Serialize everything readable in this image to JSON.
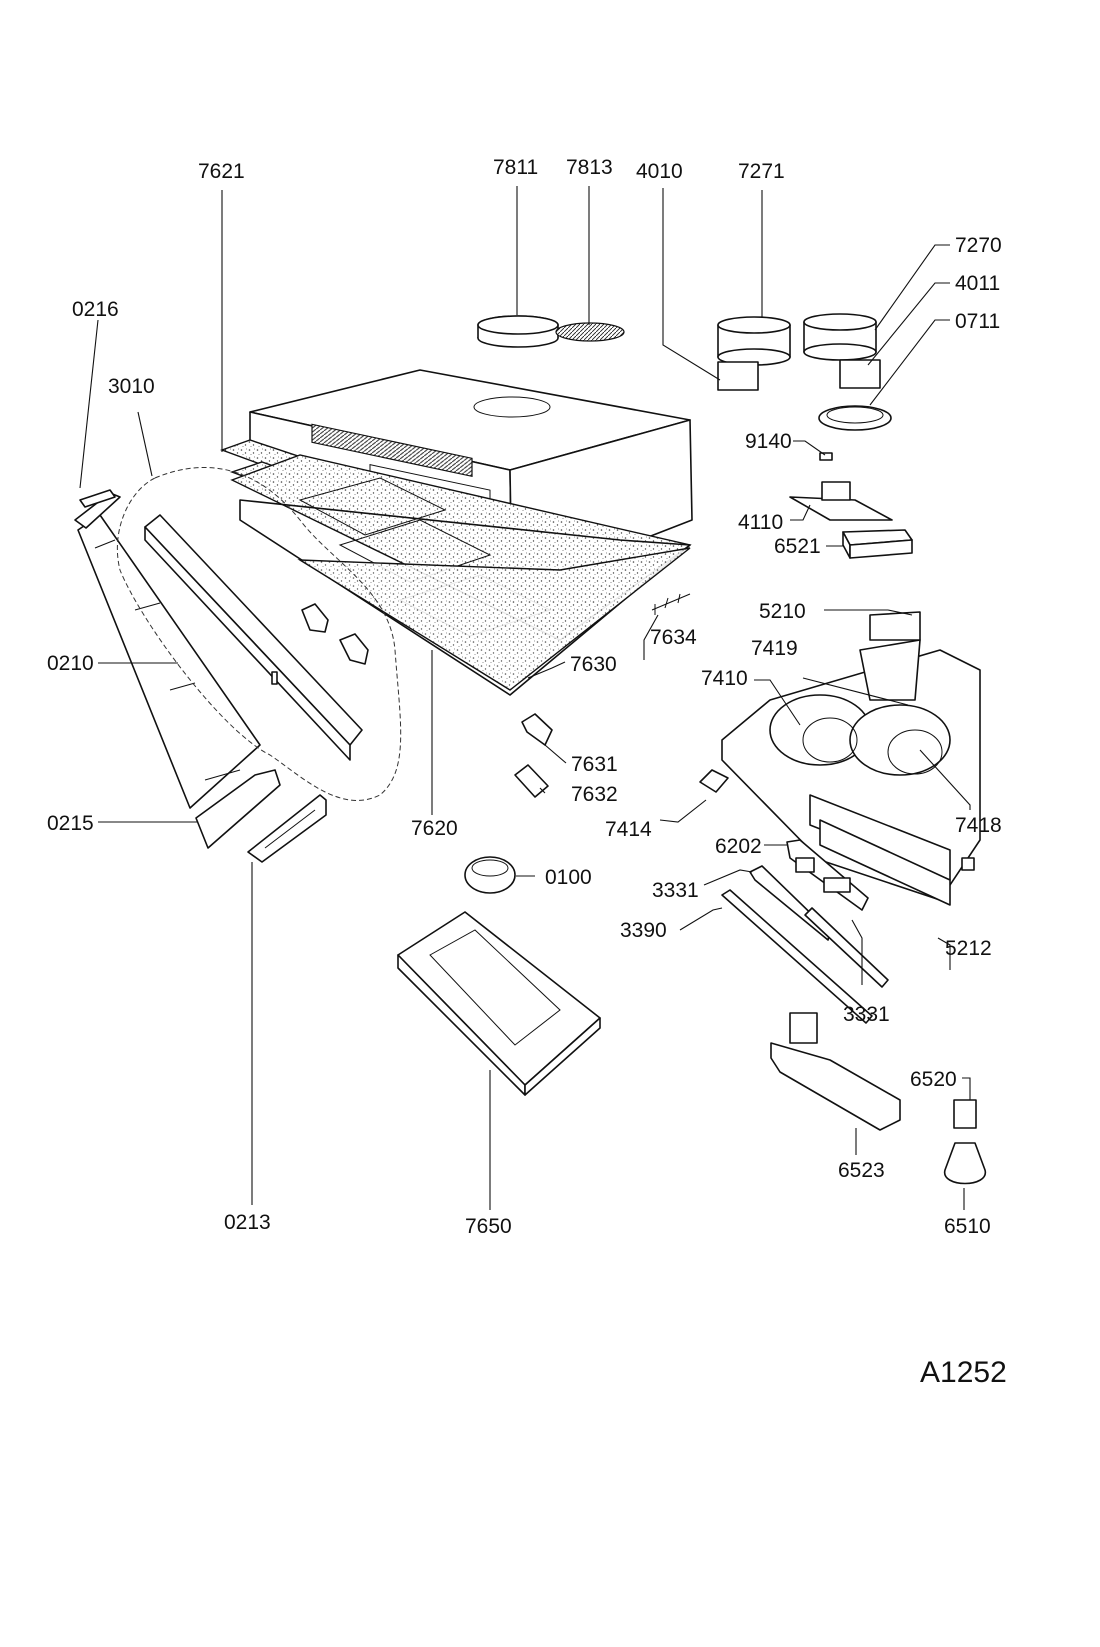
{
  "diagram": {
    "type": "exploded-parts-view",
    "subject": "cooker hood",
    "drawing_code": "A1252",
    "labels": {
      "p7621": "7621",
      "p7811": "7811",
      "p7813": "7813",
      "p4010": "4010",
      "p7271": "7271",
      "p7270": "7270",
      "p4011": "4011",
      "p0711": "0711",
      "p0216": "0216",
      "p3010": "3010",
      "p9140": "9140",
      "p4110": "4110",
      "p6521": "6521",
      "p5210": "5210",
      "p7634": "7634",
      "p7419": "7419",
      "p7410": "7410",
      "p7630": "7630",
      "p0210": "0210",
      "p7631": "7631",
      "p7632": "7632",
      "p7418": "7418",
      "p0215": "0215",
      "p7620": "7620",
      "p7414": "7414",
      "p6202": "6202",
      "p0100": "0100",
      "p3331a": "3331",
      "p3390": "3390",
      "p5212": "5212",
      "p3331b": "3331",
      "p6520": "6520",
      "p6523": "6523",
      "p6510": "6510",
      "p0213": "0213",
      "p7650": "7650"
    }
  }
}
